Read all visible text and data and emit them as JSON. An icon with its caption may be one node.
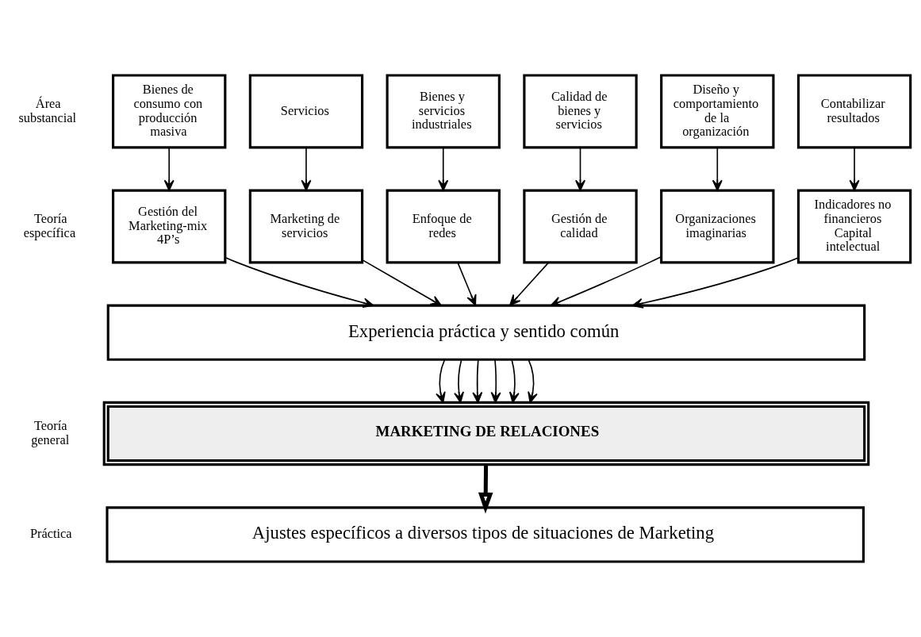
{
  "diagram": {
    "nodes": [
      {
        "text": [
          "Bienes de consumo con producción masiva"
        ]
      },
      {
        "text": [
          "Servicios"
        ]
      },
      {
        "text": [
          "Bienes y servicios industriales"
        ]
      },
      {
        "text": [
          "Calidad de bienes y servicios"
        ]
      },
      {
        "text": [
          "Diseño y comportamiento de la organización"
        ]
      },
      {
        "text": [
          "Contabilizar resultados"
        ]
      },
      {
        "text": [
          "Gestión del Marketing-mix 4P’s"
        ]
      },
      {
        "text": [
          "Marketing de servicios"
        ]
      },
      {
        "text": [
          "Enfoque de redes"
        ]
      },
      {
        "text": [
          "Gestión de calidad"
        ]
      },
      {
        "text": [
          "Organizaciones imaginarias"
        ]
      },
      {
        "text": [
          "Indicadores no financieros",
          "Capital intelectual"
        ]
      },
      {
        "text": [
          "Experiencia práctica y sentido común"
        ]
      },
      {
        "text": [
          "MARKETING DE RELACIONES"
        ]
      },
      {
        "text": [
          "Ajustes específicos a diversos tipos de situaciones de Marketing"
        ]
      }
    ],
    "edges": [
      {
        "from": 0,
        "to": 6,
        "arrow": "to"
      },
      {
        "from": 1,
        "to": 7,
        "arrow": "to"
      },
      {
        "from": 2,
        "to": 8,
        "arrow": "to"
      },
      {
        "from": 3,
        "to": 9,
        "arrow": "to"
      },
      {
        "from": 4,
        "to": 10,
        "arrow": "to"
      },
      {
        "from": 5,
        "to": 11,
        "arrow": "to"
      },
      {
        "from": 6,
        "to": 12,
        "arrow": "to"
      },
      {
        "from": 7,
        "to": 12,
        "arrow": "to"
      },
      {
        "from": 8,
        "to": 12,
        "arrow": "to"
      },
      {
        "from": 9,
        "to": 12,
        "arrow": "to"
      },
      {
        "from": 10,
        "to": 12,
        "arrow": "to"
      },
      {
        "from": 11,
        "to": 12,
        "arrow": "to"
      },
      {
        "from": 12,
        "to": 13,
        "arrow": "to"
      },
      {
        "from": 12,
        "to": 13,
        "arrow": "to"
      },
      {
        "from": 12,
        "to": 13,
        "arrow": "to"
      },
      {
        "from": 12,
        "to": 13,
        "arrow": "to"
      },
      {
        "from": 12,
        "to": 13,
        "arrow": "to"
      },
      {
        "from": 12,
        "to": 13,
        "arrow": "to"
      },
      {
        "from": 13,
        "to": 14,
        "arrow": "to",
        "style": "thick"
      }
    ],
    "labels": [
      "Área substancial",
      "Teoría específica",
      "Teoría general",
      "Práctica"
    ]
  }
}
